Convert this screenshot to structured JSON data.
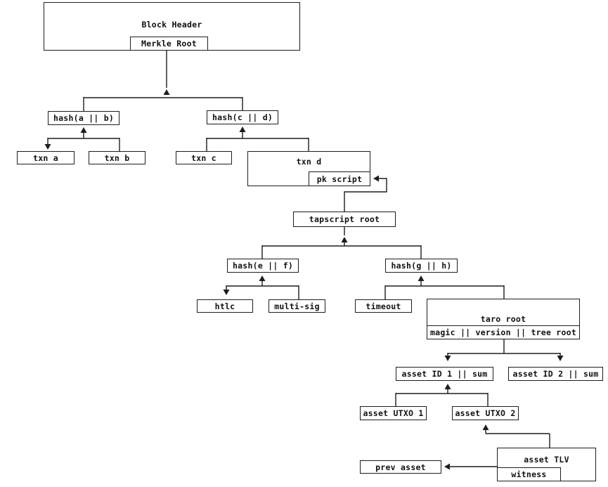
{
  "nodes": {
    "block_header": "Block Header",
    "merkle_root": "Merkle Root",
    "hash_ab": "hash(a || b)",
    "hash_cd": "hash(c || d)",
    "txn_a": "txn a",
    "txn_b": "txn b",
    "txn_c": "txn c",
    "txn_d": "txn d",
    "pk_script": "pk script",
    "tapscript_root": "tapscript root",
    "hash_ef": "hash(e || f)",
    "hash_gh": "hash(g || h)",
    "htlc": "htlc",
    "multi_sig": "multi-sig",
    "timeout": "timeout",
    "taro_root": "taro root",
    "taro_fields": "magic || version || tree root",
    "asset_id_1": "asset ID 1 || sum",
    "asset_id_2": "asset ID 2 || sum",
    "asset_utxo_1": "asset UTXO 1",
    "asset_utxo_2": "asset UTXO 2",
    "asset_tlv": "asset TLV",
    "witness": "witness",
    "prev_asset": "prev asset"
  },
  "colors": {
    "line": "#1d1d1d",
    "background": "#ffffff",
    "text": "#111111"
  },
  "edges": [
    {
      "from": "merkle_root",
      "to": "hash_ab",
      "arrow": "up-into-parent"
    },
    {
      "from": "merkle_root",
      "to": "hash_cd",
      "arrow": "up-into-parent"
    },
    {
      "from": "hash_ab",
      "to": "txn_a",
      "arrow": "down"
    },
    {
      "from": "hash_ab",
      "to": "txn_b",
      "arrow": "up-into-parent"
    },
    {
      "from": "hash_cd",
      "to": "txn_c",
      "arrow": "up-into-parent"
    },
    {
      "from": "hash_cd",
      "to": "txn_d",
      "arrow": "up-into-parent"
    },
    {
      "from": "tapscript_root",
      "to": "pk_script",
      "arrow": "left-into-pk-script"
    },
    {
      "from": "tapscript_root",
      "to": "hash_ef",
      "arrow": "up-into-parent"
    },
    {
      "from": "tapscript_root",
      "to": "hash_gh",
      "arrow": "up-into-parent"
    },
    {
      "from": "hash_ef",
      "to": "htlc",
      "arrow": "down"
    },
    {
      "from": "hash_ef",
      "to": "multi_sig",
      "arrow": "up-into-parent"
    },
    {
      "from": "hash_gh",
      "to": "timeout",
      "arrow": "up-into-parent"
    },
    {
      "from": "hash_gh",
      "to": "taro_root",
      "arrow": "up-into-parent"
    },
    {
      "from": "taro_root",
      "to": "asset_id_1",
      "arrow": "down"
    },
    {
      "from": "taro_root",
      "to": "asset_id_2",
      "arrow": "down"
    },
    {
      "from": "asset_id_1",
      "to": "asset_utxo_1",
      "arrow": "up-into-parent"
    },
    {
      "from": "asset_id_1",
      "to": "asset_utxo_2",
      "arrow": "up-into-parent"
    },
    {
      "from": "asset_tlv",
      "to": "asset_utxo_2",
      "arrow": "up"
    },
    {
      "from": "asset_tlv",
      "to": "prev_asset",
      "arrow": "left"
    }
  ]
}
